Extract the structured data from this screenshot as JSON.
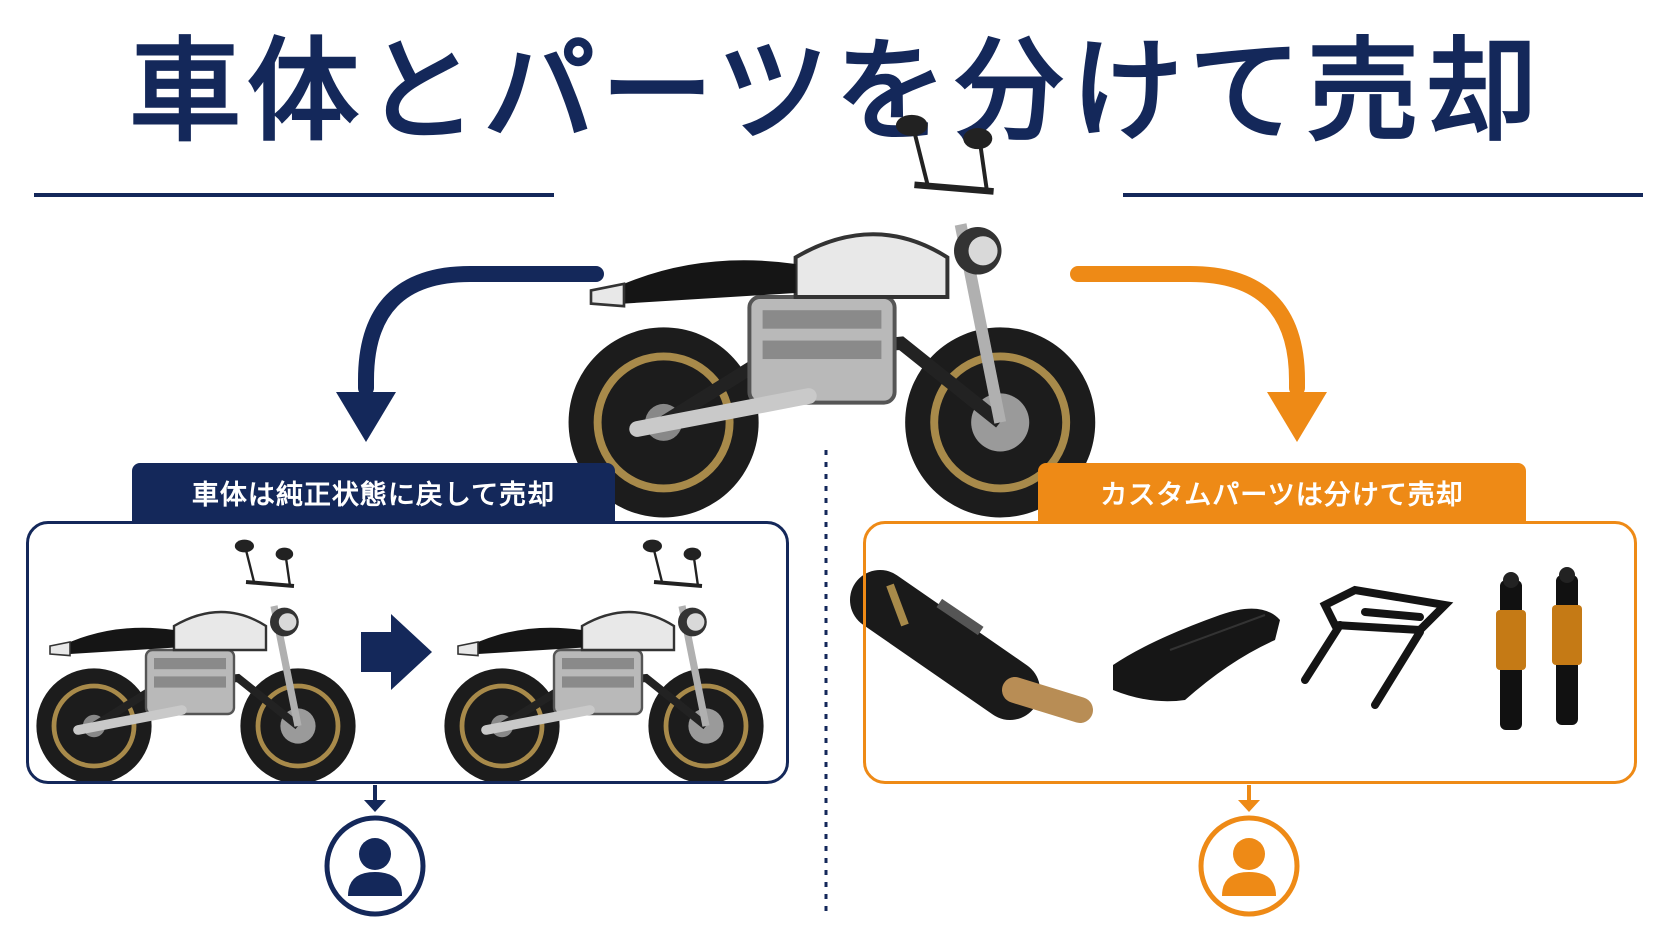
{
  "title": "車体とパーツを分けて売却",
  "left": {
    "label": "車体は純正状態に戻して売却",
    "color": "#14285a"
  },
  "right": {
    "label": "カスタムパーツは分けて売却",
    "color": "#ee8a16"
  },
  "icons": [
    "motorcycle-icon",
    "arrow-right-icon",
    "muffler-icon",
    "seat-icon",
    "rack-icon",
    "shock-absorber-icon",
    "person-icon"
  ]
}
